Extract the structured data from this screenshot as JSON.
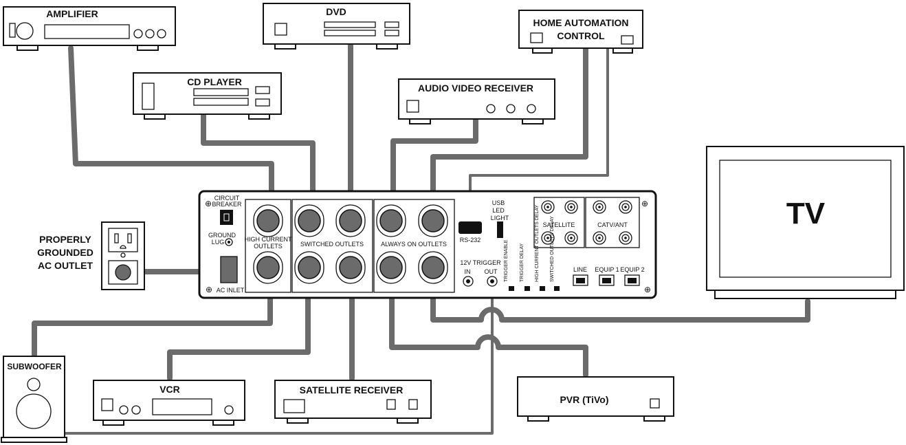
{
  "devices": {
    "amplifier": "AMPLIFIER",
    "dvd": "DVD",
    "home_automation_line1": "HOME AUTOMATION",
    "home_automation_line2": "CONTROL",
    "cd_player": "CD PLAYER",
    "av_receiver": "AUDIO VIDEO RECEIVER",
    "tv": "TV",
    "subwoofer": "SUBWOOFER",
    "vcr": "VCR",
    "satellite_receiver": "SATELLITE RECEIVER",
    "pvr": "PVR  (TiVo)"
  },
  "outlet": {
    "line1": "PROPERLY",
    "line2": "GROUNDED",
    "line3": "AC OUTLET"
  },
  "panel": {
    "circuit_breaker_1": "CIRCUIT",
    "circuit_breaker_2": "BREAKER",
    "ground_lug_1": "GROUND",
    "ground_lug_2": "LUG",
    "ac_inlet": "AC INLET",
    "high_current_1": "HIGH CURRENT",
    "high_current_2": "OUTLETS",
    "switched_outlets": "SWITCHED OUTLETS",
    "always_on_outlets": "ALWAYS ON OUTLETS",
    "rs232": "RS-232",
    "usb": "USB",
    "led": "LED",
    "light": "LIGHT",
    "trigger_title": "12V TRIGGER",
    "trigger_in": "IN",
    "trigger_out": "OUT",
    "dip1": "TRIGGER ENABLE",
    "dip2": "TRIGGER DELAY",
    "dip3": "HIGH CURRENT OUTLETS DELAY",
    "dip4": "SWITCHED OUTLETS DELAY",
    "satellite": "SATELLITE",
    "catv_ant": "CATV/ANT",
    "line": "LINE",
    "equip1": "EQUIP 1",
    "equip2": "EQUIP 2"
  }
}
